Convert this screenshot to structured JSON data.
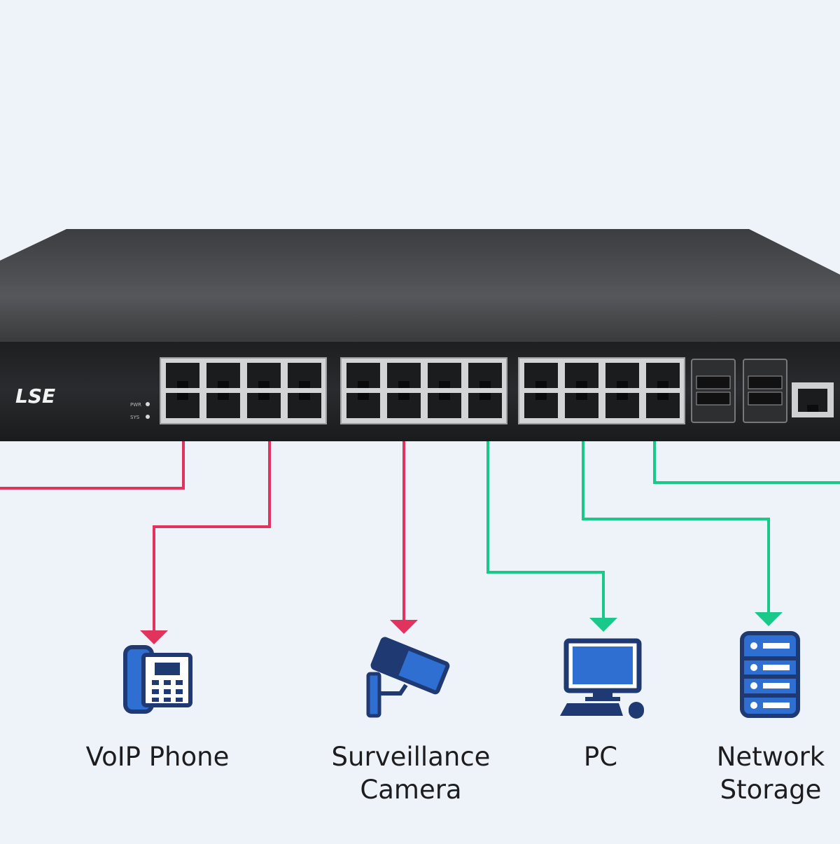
{
  "switch": {
    "brand_partial": "LSE",
    "led_labels": [
      "PWR",
      "SYS"
    ]
  },
  "colors": {
    "background": "#eef3f9",
    "poe_link": "#e0335d",
    "data_link": "#19c98a",
    "icon_navy": "#1f3a72",
    "icon_blue": "#2f6fd1",
    "chassis": "#262729"
  },
  "devices": [
    {
      "id": "voip",
      "icon": "voip-phone-icon",
      "link": "poe",
      "label_lines": [
        "VoIP Phone"
      ]
    },
    {
      "id": "camera",
      "icon": "surveillance-camera-icon",
      "link": "poe",
      "label_lines": [
        "Surveillance",
        "Camera"
      ]
    },
    {
      "id": "pc",
      "icon": "pc-icon",
      "link": "data",
      "label_lines": [
        "PC"
      ]
    },
    {
      "id": "storage",
      "icon": "network-storage-icon",
      "link": "data",
      "label_lines": [
        "Network",
        "Storage"
      ]
    }
  ]
}
